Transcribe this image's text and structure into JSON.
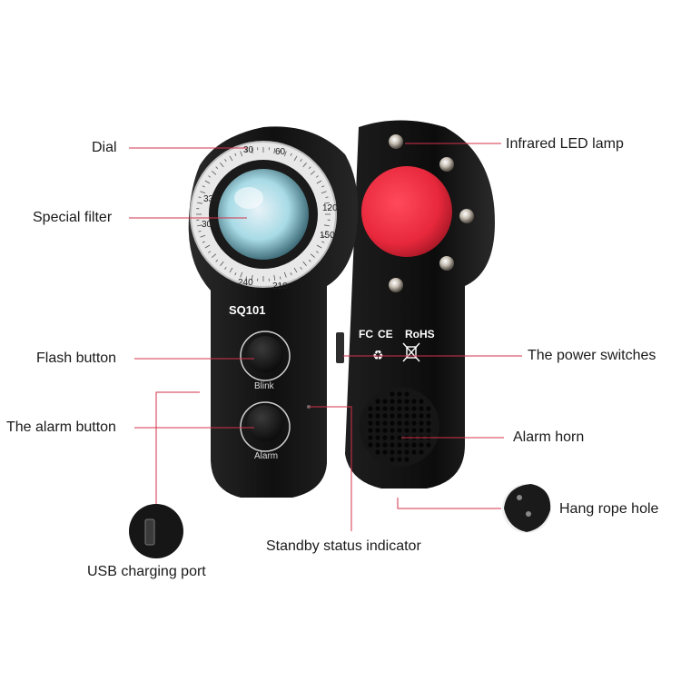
{
  "device": {
    "model": "SQ101",
    "buttons": {
      "blink": "Blink",
      "alarm": "Alarm"
    },
    "dial_numbers": [
      "30",
      "60",
      "120",
      "150",
      "210",
      "240",
      "300",
      "330"
    ],
    "cert_marks": {
      "fcc": "FC",
      "ce": "CE",
      "rohs": "RoHS"
    }
  },
  "callouts": {
    "dial": "Dial",
    "special_filter": "Special filter",
    "flash_button": "Flash button",
    "alarm_button": "The alarm button",
    "usb_port": "USB charging port",
    "standby_indicator": "Standby status indicator",
    "infrared_led": "Infrared LED lamp",
    "power_switch": "The power switches",
    "alarm_horn": "Alarm horn",
    "rope_hole": "Hang rope hole"
  },
  "colors": {
    "callout_line": "#d4324a",
    "device_body": "#141414",
    "red_filter": "#e8283c"
  }
}
